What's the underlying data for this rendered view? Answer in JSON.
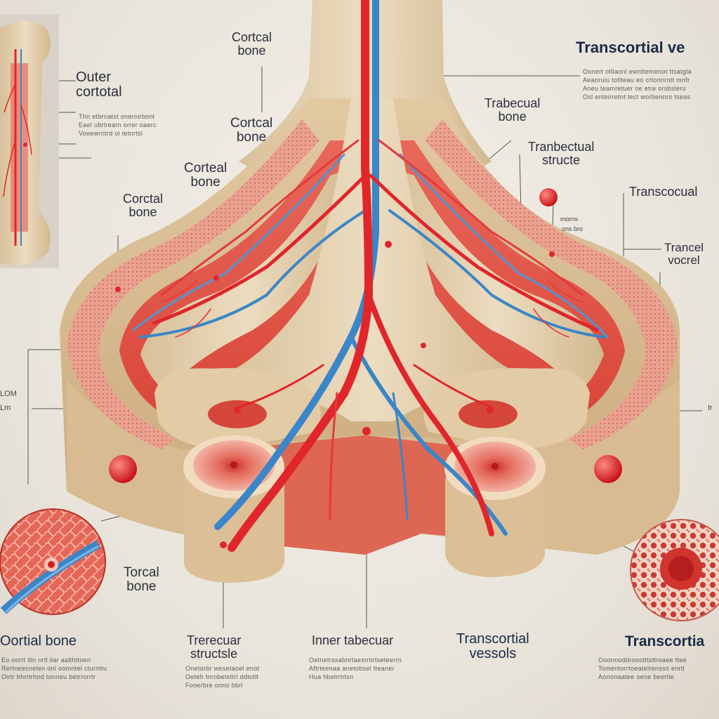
{
  "colors": {
    "bone": "#e6d2b2",
    "bone_shade": "#cdb38c",
    "marrow": "#e2574a",
    "artery": "#e0262b",
    "vein": "#3a86c8",
    "background": "#ece8e1",
    "title_navy": "#1c2a48"
  },
  "labels": {
    "title": "Transcortial ve",
    "outer_cortical": "Outer\ncortotal",
    "cortical_top": "Cortcal\nbone",
    "cortical_mid": "Cortcal\nbone",
    "corteal_left": "Corteal\nbone",
    "cortical_left2": "Corctal\nbone",
    "trabecual_bone": "Trabecual\nbone",
    "tranbectual_structure": "Tranbectual\nstructe",
    "transcocual": "Transcocual",
    "trancel_vocrel": "Trancel\nvocrel",
    "torcal_bone": "Torcal\nbone",
    "oortial_bone": "Oortial bone",
    "trerecular_structure": "Trerecuar\nstructsle",
    "inner_tabecuar": "Inner tabecuar",
    "transcortial_vessels": "Transcortial\nvessols",
    "transcortial_right": "Transcortia"
  },
  "small_marks": {
    "left_edge_a": "LOM",
    "left_edge_b": "Lm",
    "right_edge": "Ir",
    "red_dot_note_a": "morns",
    "red_dot_note_b": "ons bro"
  },
  "captions": {
    "outer": [
      "Thn etbrnatst onernirbonl",
      "Eael ubrlrearn orrer oaerc",
      "Voeewrntrd oi tetnrtsl"
    ],
    "title_desc": [
      "Oonert otllaonl ewnttemenot ttsatgla",
      "Aeaoruiu totlteau eo crtonnrntt mnfr",
      "Aneu teamretuer oe etre orsbsleru",
      "Osl enteirretnt tect worbennro tseas"
    ],
    "cortial": [
      "Eo oorrt liln nrtl ilar aalthttoen",
      "Rertneecnelen onl oomntel cturnttu",
      "Oirtr bhrrtrhnd tonrieu betrrorrtr"
    ],
    "trerecular": [
      "Onetorbr wesetaoel enot",
      "Oeteh tnrobetsttrl ddtotlt",
      "Fooerbre onno bbrl"
    ],
    "inner": [
      "Oetnetrssabnrtaesrntrtseteerrn",
      "Aftrteenaa anetobsel tteaner",
      "Hua hbelrrlrtsn"
    ],
    "right": [
      "Ooonnoddroootttsttroaee ttee",
      "Tomentorrtoeatelrensso enrtl",
      "Aononaatee oene beertle"
    ]
  }
}
